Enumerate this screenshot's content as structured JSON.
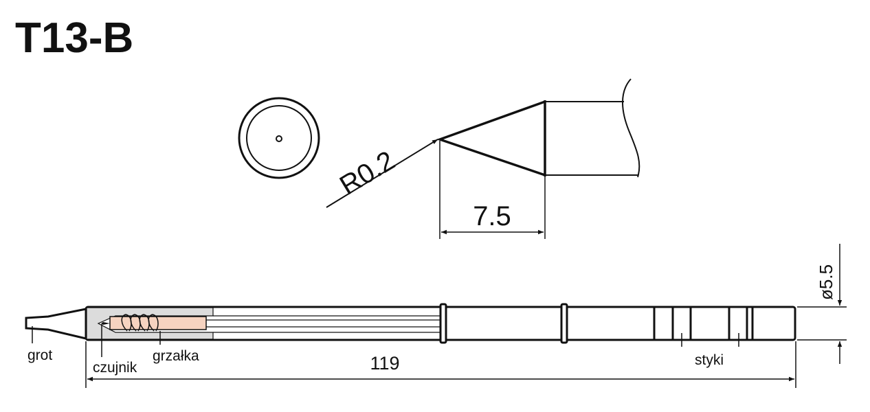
{
  "title": "T13-B",
  "dimensions": {
    "radius": "R0.2",
    "tip_length": "7.5",
    "total_length": "119",
    "diameter": "ø5.5"
  },
  "labels": {
    "tip": "grot",
    "sensor": "czujnik",
    "heater": "grzałka",
    "contacts": "styki"
  },
  "colors": {
    "heater": "#f6d3c0",
    "insert": "#dcdcdc"
  }
}
